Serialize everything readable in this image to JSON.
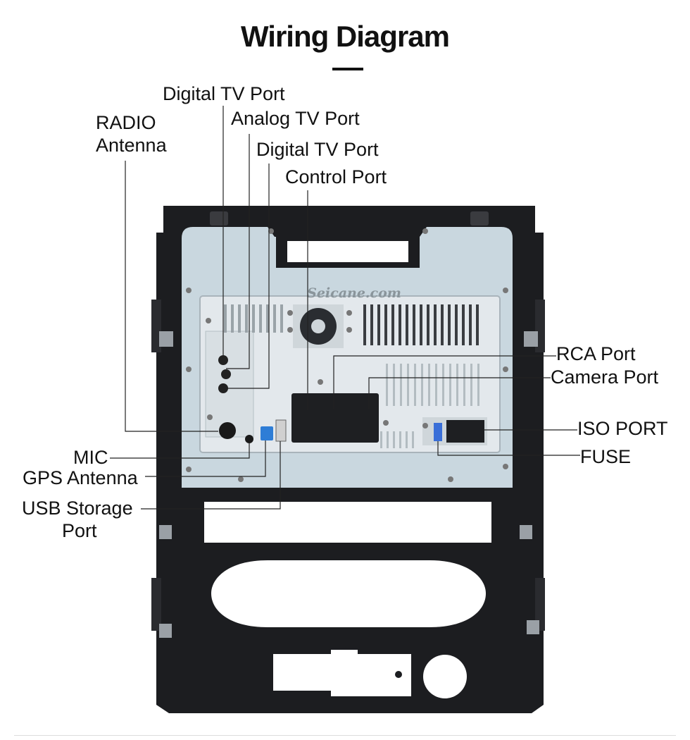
{
  "title": "Wiring Diagram",
  "watermark": "Seicane.com",
  "labels": {
    "digital_tv_port_1": "Digital TV Port",
    "analog_tv_port": "Analog TV Port",
    "digital_tv_port_2": "Digital TV Port",
    "control_port": "Control Port",
    "radio_antenna_line1": "RADIO",
    "radio_antenna_line2": "Antenna",
    "rca_port": "RCA Port",
    "camera_port": "Camera Port",
    "iso_port": "ISO PORT",
    "fuse": "FUSE",
    "mic": "MIC",
    "gps_antenna": "GPS Antenna",
    "usb_line1": "USB Storage",
    "usb_line2": "Port"
  },
  "colors": {
    "frame": "#1c1d20",
    "unit_panel": "#c9d7df",
    "chassis": "#e3e8ec",
    "gps_connector": "#2e7dd6",
    "fuse_connector": "#3a6fd8",
    "leader_lines": "#222222"
  }
}
